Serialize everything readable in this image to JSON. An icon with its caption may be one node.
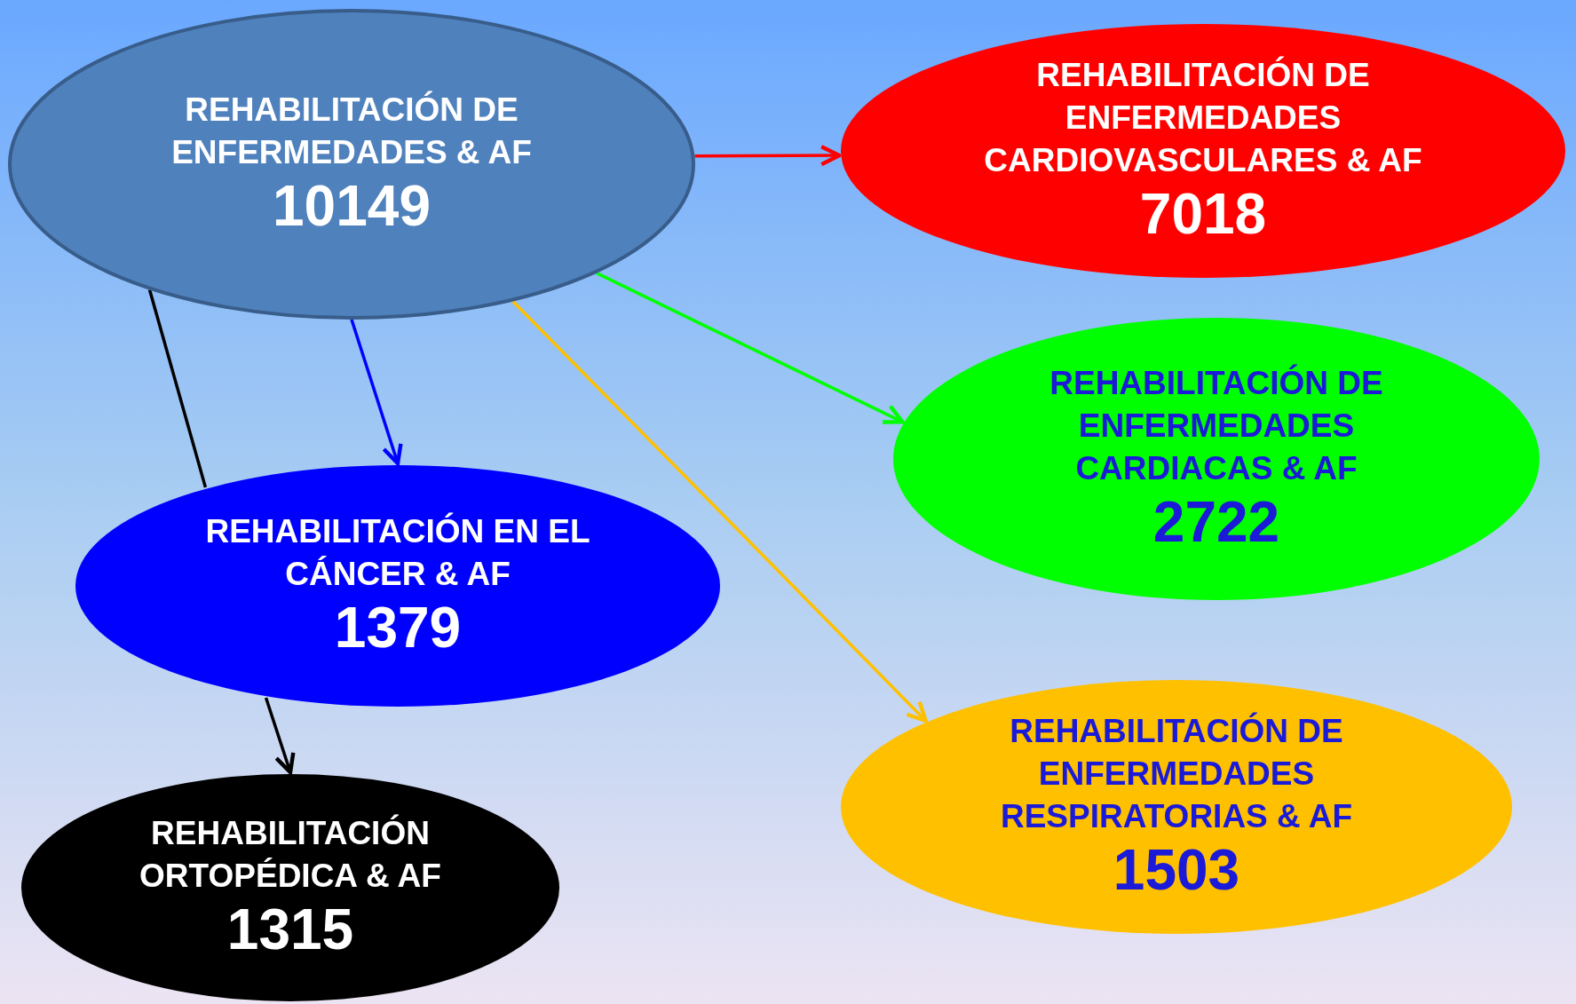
{
  "diagram": {
    "nodes": [
      {
        "text": [
          "REHABILITACIÓN DE ENFERMEDADES & AF",
          "10149"
        ]
      },
      {
        "text": [
          "REHABILITACIÓN DE ENFERMEDADES CARDIOVASCULARES & AF",
          "7018"
        ]
      },
      {
        "text": [
          "REHABILITACIÓN DE ENFERMEDADES CARDIACAS & AF",
          "2722"
        ]
      },
      {
        "text": [
          "REHABILITACIÓN EN EL CÁNCER & AF",
          "1379"
        ]
      },
      {
        "text": [
          "REHABILITACIÓN DE ENFERMEDADES RESPIRATORIAS & AF",
          "1503"
        ]
      },
      {
        "text": [
          "REHABILITACIÓN ORTOPÉDICA & AF",
          "1315"
        ]
      }
    ],
    "edges": [
      {
        "from": 0,
        "to": 1,
        "arrow": "to",
        "color": "#ff0000"
      },
      {
        "from": 0,
        "to": 2,
        "arrow": "to",
        "color": "#00ff00"
      },
      {
        "from": 0,
        "to": 3,
        "arrow": "to",
        "color": "#0000ff"
      },
      {
        "from": 0,
        "to": 4,
        "arrow": "to",
        "color": "#ffc000"
      },
      {
        "from": 0,
        "to": 3,
        "arrow": "none",
        "color": "#000000"
      },
      {
        "from": 3,
        "to": 5,
        "arrow": "to",
        "color": "#000000"
      }
    ]
  }
}
